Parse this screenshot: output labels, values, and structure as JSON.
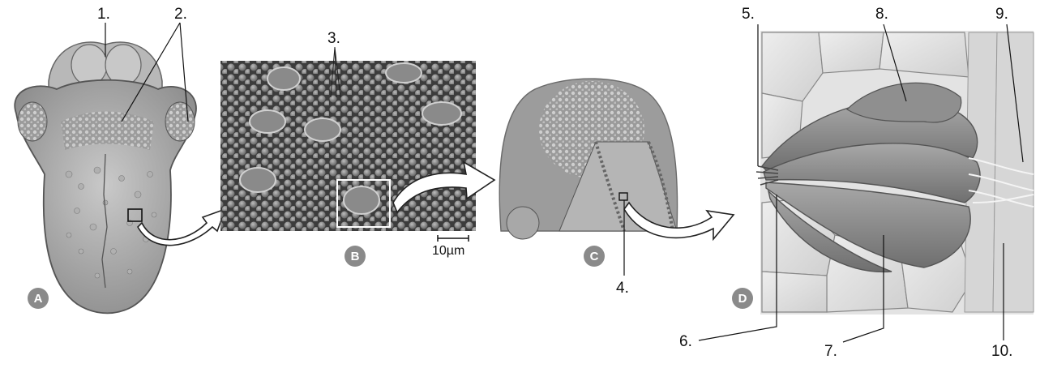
{
  "panels": {
    "a": {
      "badge": "A"
    },
    "b": {
      "badge": "B",
      "scale_bar": "10µm"
    },
    "c": {
      "badge": "C"
    },
    "d": {
      "badge": "D"
    }
  },
  "labels": {
    "l1": "1.",
    "l2": "2.",
    "l3": "3.",
    "l4": "4.",
    "l5": "5.",
    "l6": "6.",
    "l7": "7.",
    "l8": "8.",
    "l9": "9.",
    "l10": "10."
  }
}
